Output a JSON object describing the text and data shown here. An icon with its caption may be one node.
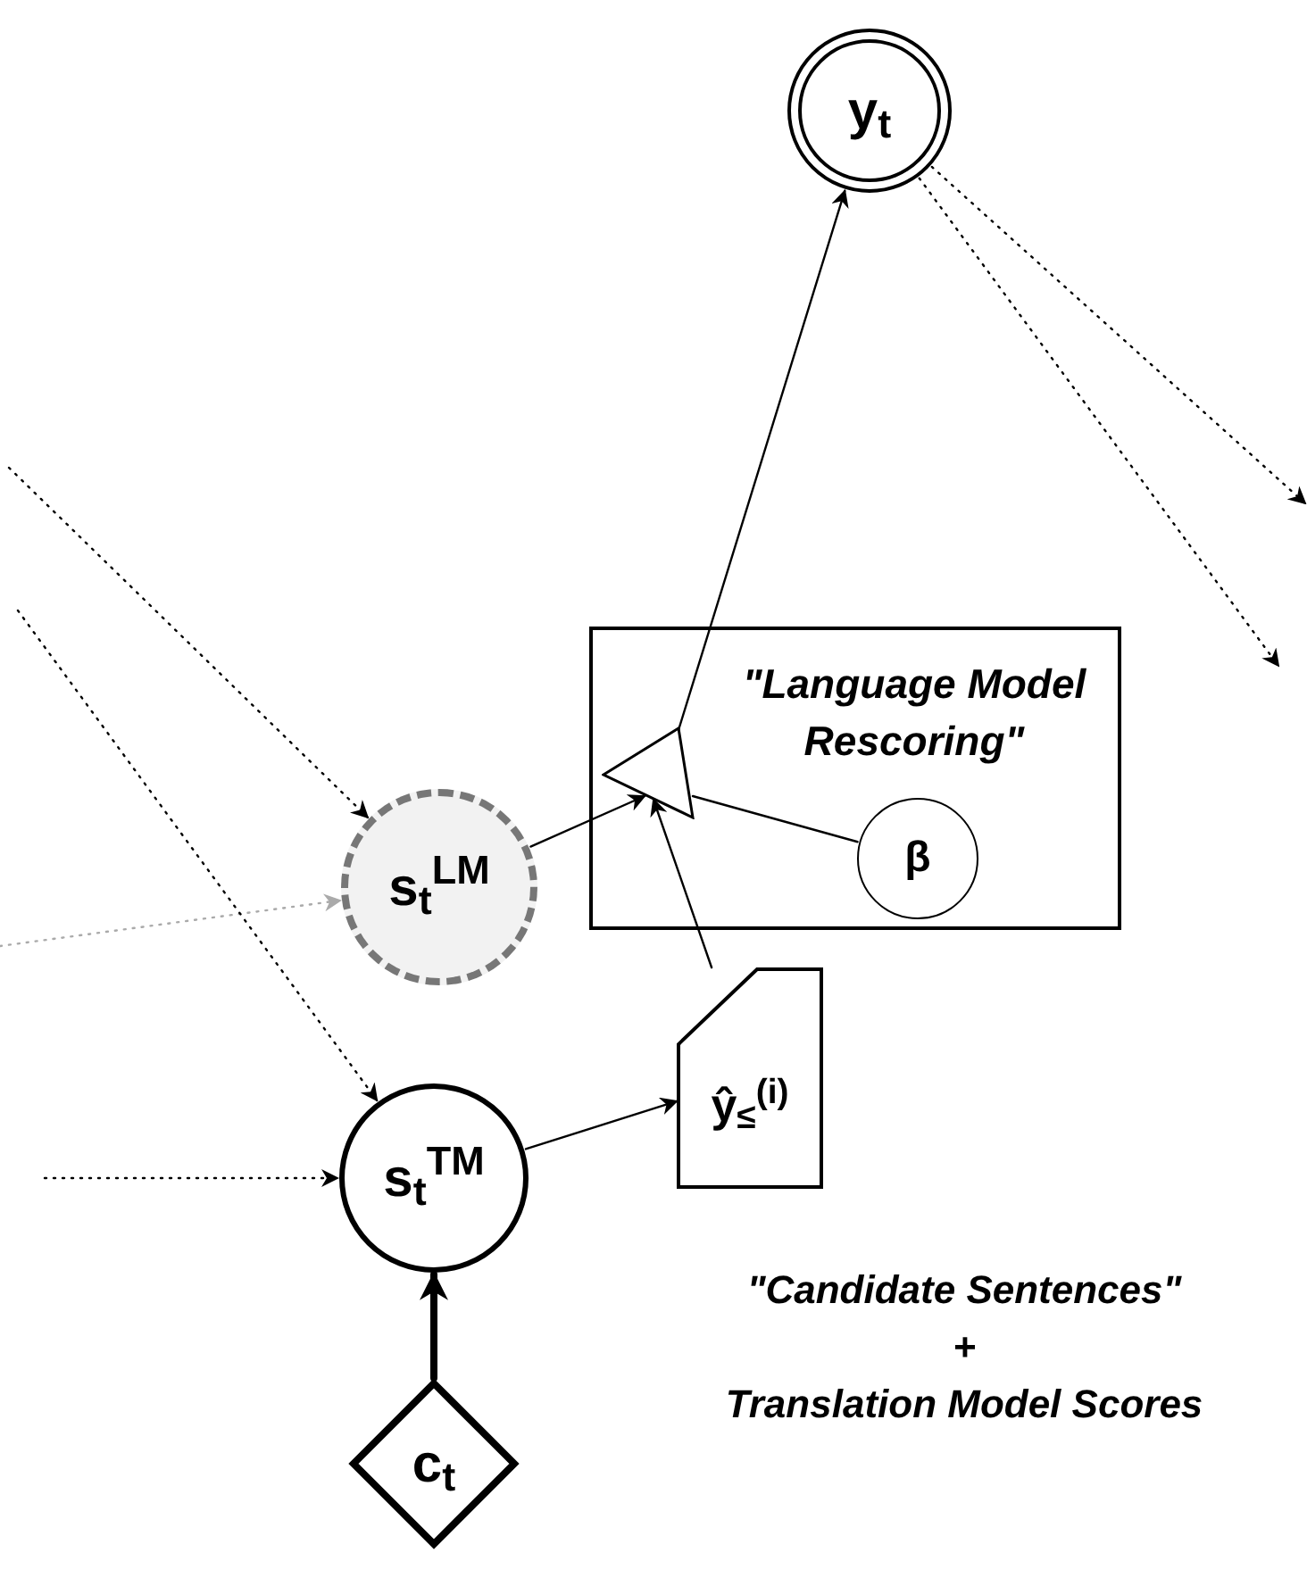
{
  "diagram": {
    "nodes": [
      {
        "text": [
          "y$_{t}$"
        ]
      },
      {
        "text": [
          "\"Language Model Rescoring\""
        ]
      },
      {
        "text": [],
        "shape": "triangle",
        "in": 1
      },
      {
        "text": [
          "β"
        ],
        "in": 1
      },
      {
        "text": [
          "s$_{t}$$^{LM}$"
        ]
      },
      {
        "text": [
          "ŷ$_{≤}$$^{(i)}$"
        ]
      },
      {
        "text": [
          "s$_{t}$$^{TM}$"
        ]
      },
      {
        "text": [
          "c$_{t}$"
        ]
      }
    ],
    "edges": [
      {
        "from": 2,
        "to": 0,
        "arrow": "to"
      },
      {
        "from": 4,
        "to": 2,
        "arrow": "to"
      },
      {
        "from": 5,
        "to": 2,
        "arrow": "to"
      },
      {
        "from": 3,
        "to": 2,
        "arrow": "none"
      },
      {
        "from": 6,
        "to": 5,
        "arrow": "to"
      },
      {
        "from": 7,
        "to": 6,
        "arrow": "to",
        "style": "thick"
      },
      {
        "from": null,
        "to": 4,
        "arrow": "to",
        "style": "dashed"
      },
      {
        "from": null,
        "to": 4,
        "arrow": "to",
        "style": "dashed",
        "color": "#aaaaaa"
      },
      {
        "from": null,
        "to": 6,
        "arrow": "to",
        "style": "dashed"
      },
      {
        "from": null,
        "to": 6,
        "arrow": "to",
        "style": "dashed"
      },
      {
        "from": 0,
        "to": null,
        "arrow": "to",
        "style": "dashed"
      },
      {
        "from": 0,
        "to": null,
        "arrow": "to",
        "style": "dashed"
      }
    ],
    "labels": [
      "\"Candidate Sentences\"",
      "+",
      "Translation Model Scores"
    ]
  }
}
